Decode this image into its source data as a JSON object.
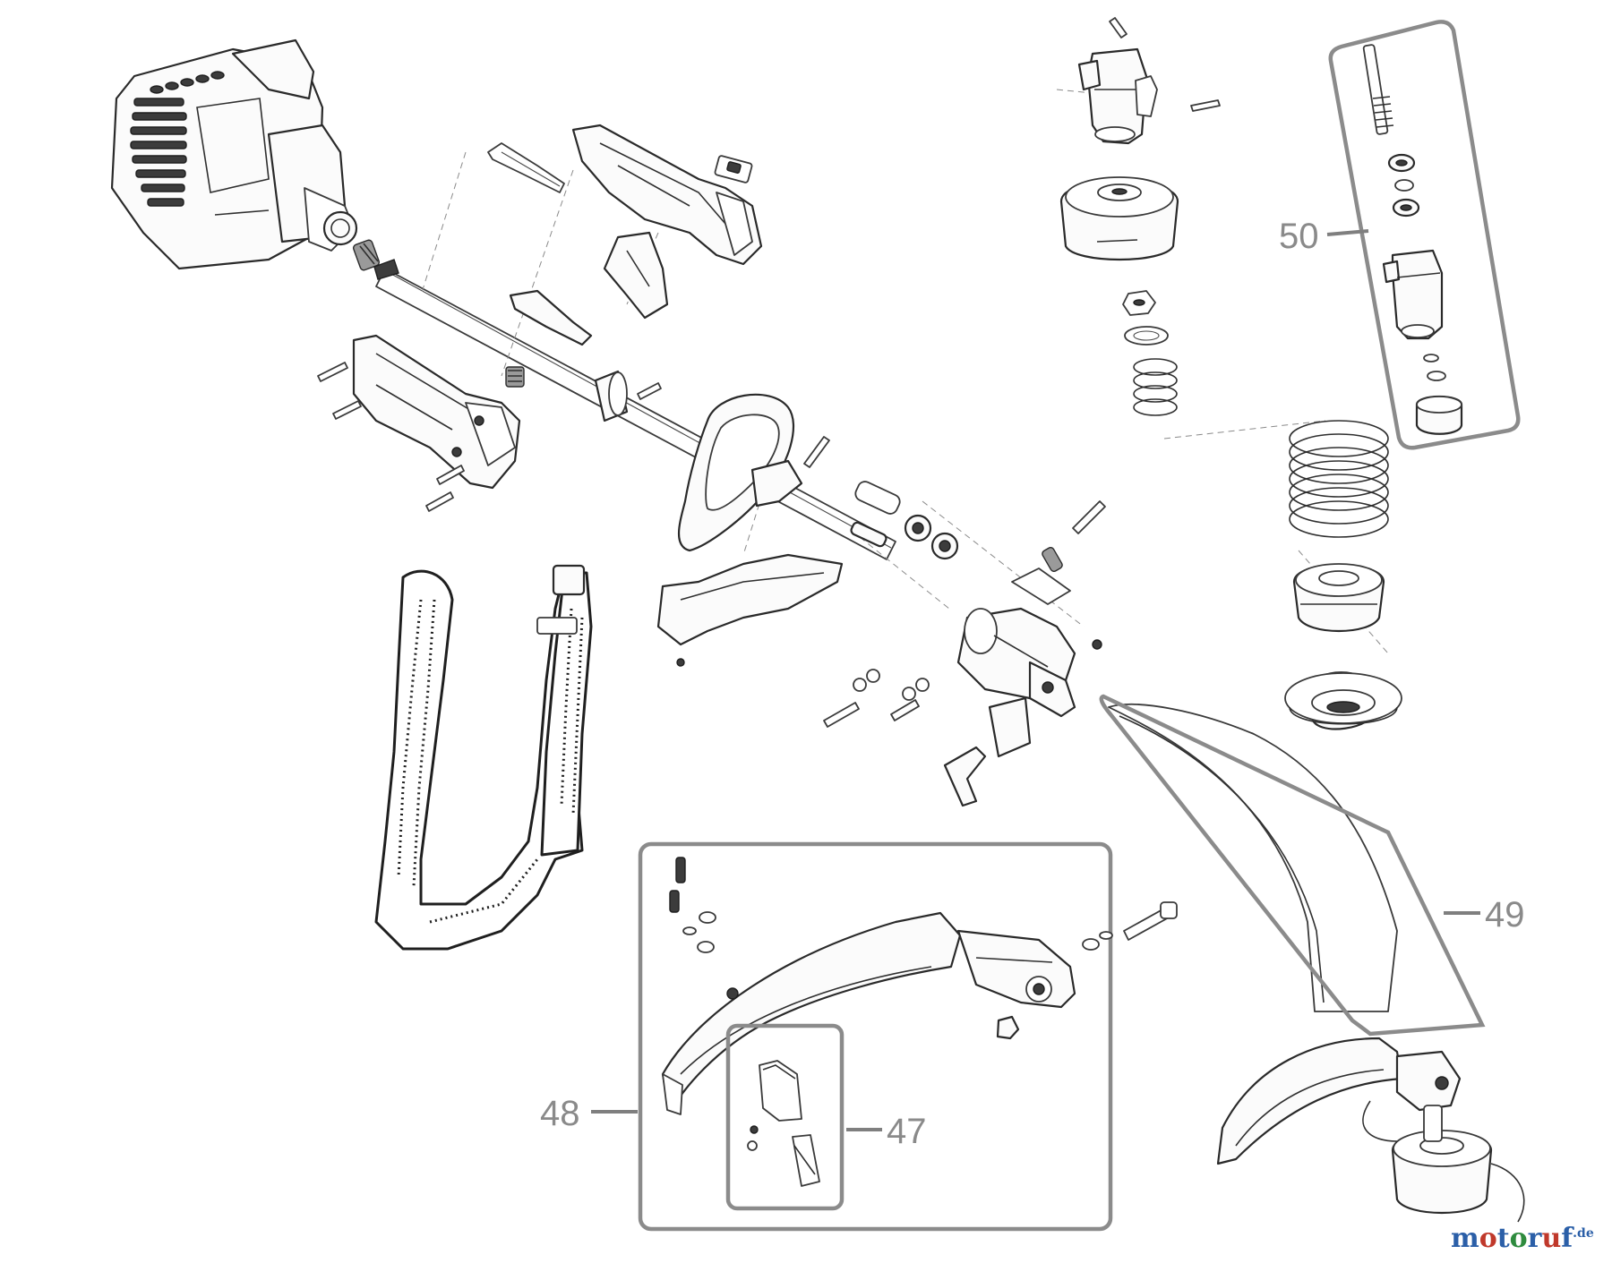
{
  "callouts": {
    "c47": "47",
    "c48": "48",
    "c49": "49",
    "c50": "50"
  },
  "watermark": {
    "part1": "motoruf",
    "part2": ".de"
  },
  "colors": {
    "callout": "#8a8a8a",
    "frame": "#8b8b8b",
    "logo_blue": "#2b5fa8",
    "logo_red": "#c0392b",
    "logo_green": "#2e8b3e"
  }
}
